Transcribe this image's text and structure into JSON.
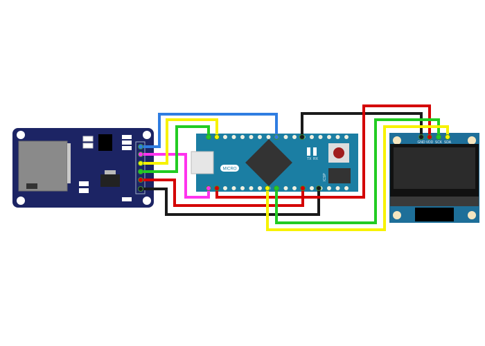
{
  "diagram": {
    "arduino": {
      "logo_text": "MICRO",
      "tx_label": "TX",
      "rx_label": "RX",
      "icsp_label": "ICSP",
      "board_color": "#1b7ea3"
    },
    "oled": {
      "pins": [
        "GND",
        "VDD",
        "SCK",
        "SDA"
      ],
      "board_color": "#1e6f99"
    },
    "sd_module": {
      "board_color": "#1c2464"
    },
    "wire_colors": {
      "blue": "#2f7de1",
      "magenta": "#ff33ee",
      "yellow": "#f7f200",
      "green": "#22cc22",
      "red": "#d40000",
      "black": "#1a1a1a"
    }
  }
}
